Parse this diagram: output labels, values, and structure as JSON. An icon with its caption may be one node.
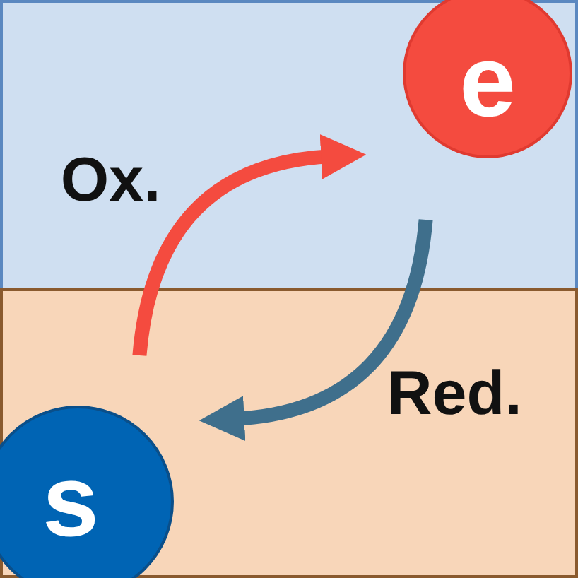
{
  "diagram": {
    "nodes": [
      {
        "text": [
          "e"
        ]
      },
      {
        "text": [
          "s"
        ]
      }
    ],
    "edges": [
      {
        "from": 1,
        "to": 0,
        "arrow": "to",
        "label": "Ox.",
        "color": "#f44b3f"
      },
      {
        "from": 0,
        "to": 1,
        "arrow": "to",
        "label": "Red.",
        "color": "#3f6f8c"
      }
    ]
  }
}
